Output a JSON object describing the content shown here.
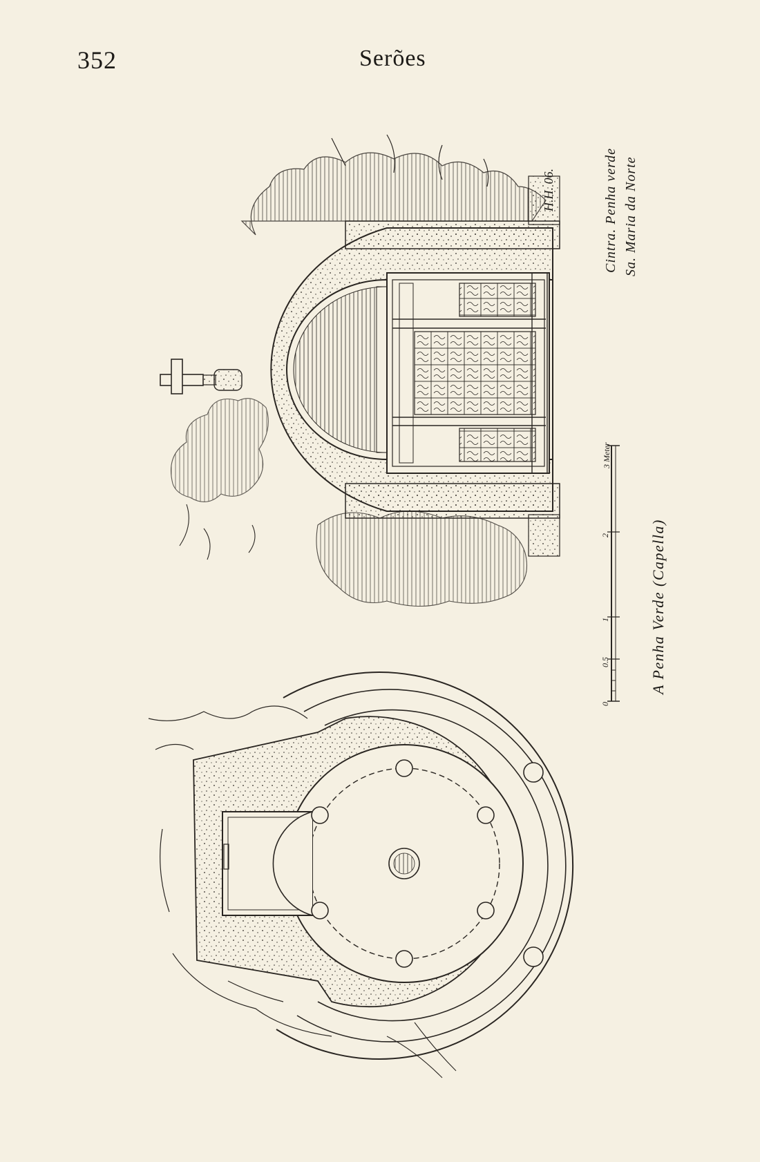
{
  "header": {
    "page_number": "352",
    "running_head": "Serões"
  },
  "plate": {
    "caption": "A Penha Verde (Capella)",
    "place_line_1": "Cintra. Penha verde",
    "place_line_2": "Sa. Maria da Norte",
    "artist_signature": "H.H. 06.",
    "scale_bar": {
      "unit_label": "3 Meter",
      "tick_labels": [
        "0",
        "0.5",
        "1",
        "2"
      ]
    }
  }
}
